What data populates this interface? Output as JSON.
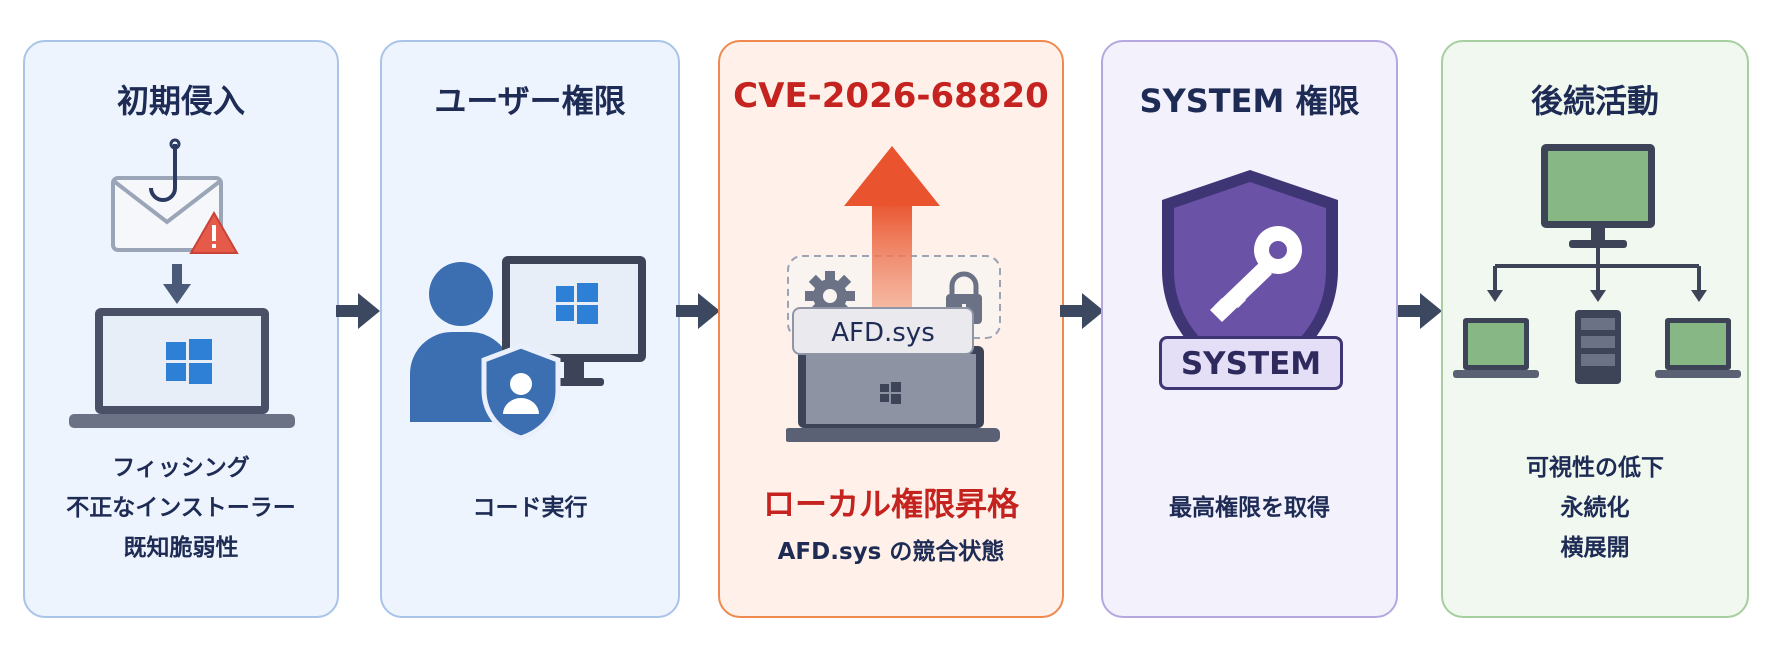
{
  "panels": [
    {
      "title": "初期侵入",
      "lines": [
        "フィッシング",
        "不正なインストーラー",
        "既知脆弱性"
      ],
      "icons": [
        "phishing-email-icon",
        "warning-icon",
        "laptop-windows-icon"
      ]
    },
    {
      "title": "ユーザー権限",
      "lines": [
        "コード実行"
      ],
      "icons": [
        "user-icon",
        "monitor-windows-icon",
        "shield-user-icon"
      ]
    },
    {
      "title": "CVE-2026-68820",
      "driver_label": "AFD.sys",
      "highlight": "ローカル権限昇格",
      "lines": [
        "AFD.sys の競合状態"
      ],
      "icons": [
        "up-arrow-icon",
        "gear-icon",
        "lock-icon",
        "laptop-windows-icon"
      ]
    },
    {
      "title": "SYSTEM 権限",
      "badge": "SYSTEM",
      "lines": [
        "最高権限を取得"
      ],
      "icons": [
        "shield-key-icon"
      ]
    },
    {
      "title": "後続活動",
      "lines": [
        "可視性の低下",
        "永続化",
        "横展開"
      ],
      "icons": [
        "monitor-icon",
        "laptop-icon",
        "server-icon",
        "laptop-icon"
      ]
    }
  ],
  "colors": {
    "navy": "#1e2c55",
    "red": "#c4231f",
    "blue": "#3c6fb2",
    "orange": "#f0894f",
    "purple": "#6a52a6",
    "green": "#a6cf9f"
  }
}
